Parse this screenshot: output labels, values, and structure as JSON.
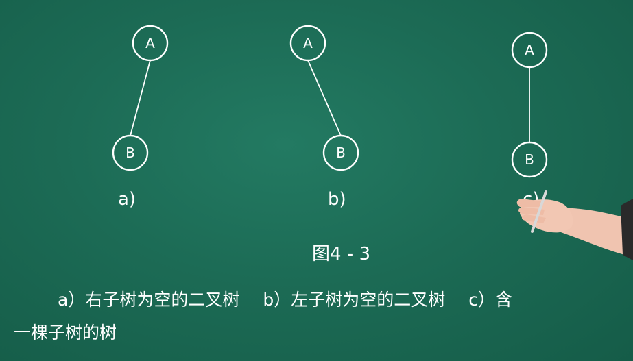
{
  "figure": {
    "title": "图4 - 3",
    "trees": [
      {
        "id": "a",
        "label": "a)",
        "root": "A",
        "child": "B"
      },
      {
        "id": "b",
        "label": "b)",
        "root": "A",
        "child": "B"
      },
      {
        "id": "c",
        "label": "c)",
        "root": "A",
        "child": "B"
      }
    ]
  },
  "caption": {
    "part_a": "a）右子树为空的二叉树",
    "part_b": "b）左子树为空的二叉树",
    "part_c_start": "c）含",
    "line2": "一棵子树的树"
  },
  "colors": {
    "board": "#1d6a55",
    "chalk": "#ffffff",
    "skin": "#f2c7b3"
  }
}
